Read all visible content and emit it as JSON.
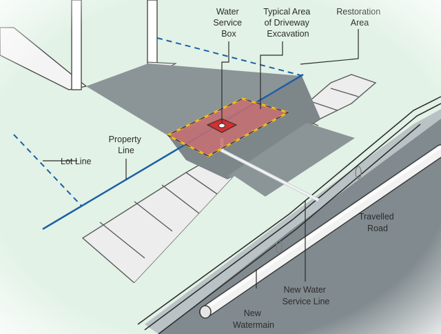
{
  "labels": {
    "water_service_box": [
      "Water",
      "Service",
      "Box"
    ],
    "driveway_excavation": [
      "Typical Area",
      "of Driveway",
      "Excavation"
    ],
    "restoration_area": [
      "Restoration",
      "Area"
    ],
    "property_line": [
      "Property",
      "Line"
    ],
    "lot_line": [
      "Lot Line"
    ],
    "travelled_road": [
      "Travelled",
      "Road"
    ],
    "new_water_service_line": [
      "New Water",
      "Service Line"
    ],
    "new_watermain": [
      "New",
      "Watermain"
    ]
  },
  "colors": {
    "lawn": "#e2f2e6",
    "asphalt": "#8b9598",
    "asphalt_dark": "#7d8689",
    "sidewalk": "#ededed",
    "road": "#818b8f",
    "property_line": "#1d5fa5",
    "excavation_fill": "#c86f72",
    "excavation_border": "#f3bb1c",
    "service_box": "#d22a2a",
    "pipe": "#f2f2f2",
    "outline": "#3a3a3a"
  }
}
